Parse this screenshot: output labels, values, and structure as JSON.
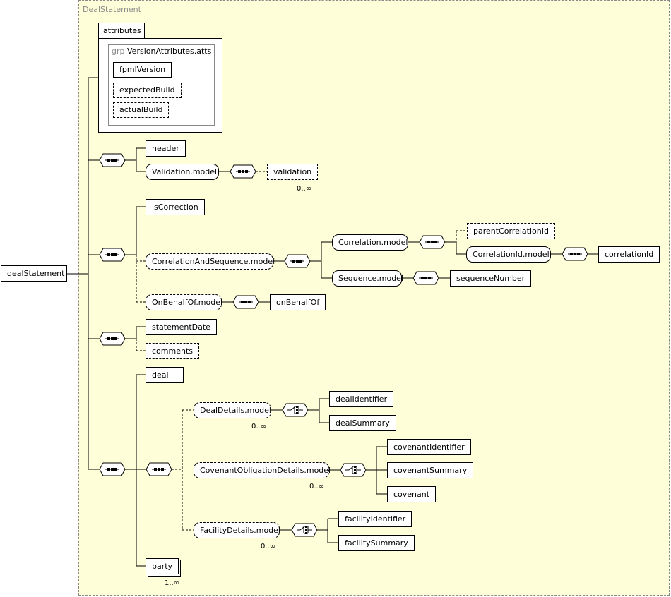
{
  "diagram": {
    "container_title": "DealStatement",
    "root": "dealStatement",
    "attributes": {
      "tab_label": "attributes",
      "group_prefix": "grp",
      "group_name": "VersionAttributes.atts",
      "items": [
        "fpmlVersion",
        "expectedBuild",
        "actualBuild"
      ]
    },
    "elements": {
      "header": "header",
      "validation_model": "Validation.model",
      "validation": "validation",
      "validation_mult": "0..∞",
      "is_correction": "isCorrection",
      "correlation_and_sequence_model": "CorrelationAndSequence.model",
      "correlation_model": "Correlation.model",
      "parent_correlation_id": "parentCorrelationId",
      "correlation_id_model": "CorrelationId.model",
      "correlation_id": "correlationId",
      "sequence_model": "Sequence.model",
      "sequence_number": "sequenceNumber",
      "on_behalf_of_model": "OnBehalfOf.model",
      "on_behalf_of": "onBehalfOf",
      "statement_date": "statementDate",
      "comments": "comments",
      "deal": "deal",
      "deal_details_model": "DealDetails.model",
      "deal_details_mult": "0..∞",
      "deal_identifier": "dealIdentifier",
      "deal_summary": "dealSummary",
      "covenant_obligation_details_model": "CovenantObligationDetails.model",
      "covenant_obligation_mult": "0..∞",
      "covenant_identifier": "covenantIdentifier",
      "covenant_summary": "covenantSummary",
      "covenant": "covenant",
      "facility_details_model": "FacilityDetails.model",
      "facility_details_mult": "0..∞",
      "facility_identifier": "facilityIdentifier",
      "facility_summary": "facilitySummary",
      "party": "party",
      "party_mult": "1..∞"
    }
  }
}
